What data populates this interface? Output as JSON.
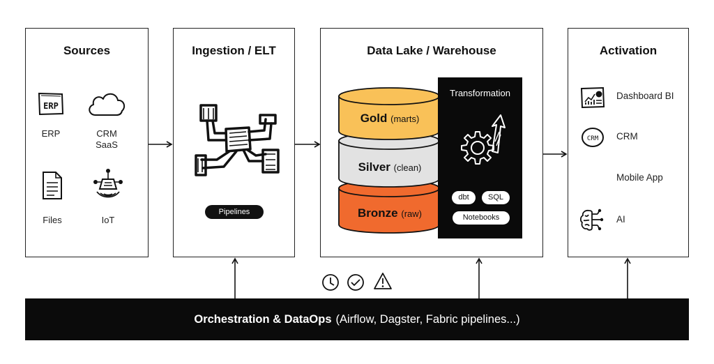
{
  "sections": {
    "sources": {
      "title": "Sources",
      "items": [
        "ERP",
        "CRM\nSaaS",
        "Files",
        "IoT"
      ],
      "erp_icon_text": "ERP"
    },
    "ingestion": {
      "title": "Ingestion / ELT",
      "pill": "Pipelines"
    },
    "warehouse": {
      "title": "Data Lake / Warehouse",
      "layers": [
        {
          "name": "Gold",
          "sub": "(marts)",
          "color": "#F9C158"
        },
        {
          "name": "Silver",
          "sub": "(clean)",
          "color": "#E2E2E2"
        },
        {
          "name": "Bronze",
          "sub": "(raw)",
          "color": "#F06A2E"
        }
      ],
      "transformation": {
        "title": "Transformation",
        "tools": [
          "dbt",
          "SQL",
          "Notebooks"
        ]
      }
    },
    "activation": {
      "title": "Activation",
      "items": [
        "Dashboard BI",
        "CRM",
        "Mobile App",
        "AI"
      ],
      "crm_icon_text": "CRM"
    }
  },
  "status_icons": [
    "clock-icon",
    "check-circle-icon",
    "warning-icon"
  ],
  "orchestration": {
    "title": "Orchestration & DataOps",
    "detail": "(Airflow, Dagster, Fabric pipelines...)"
  }
}
